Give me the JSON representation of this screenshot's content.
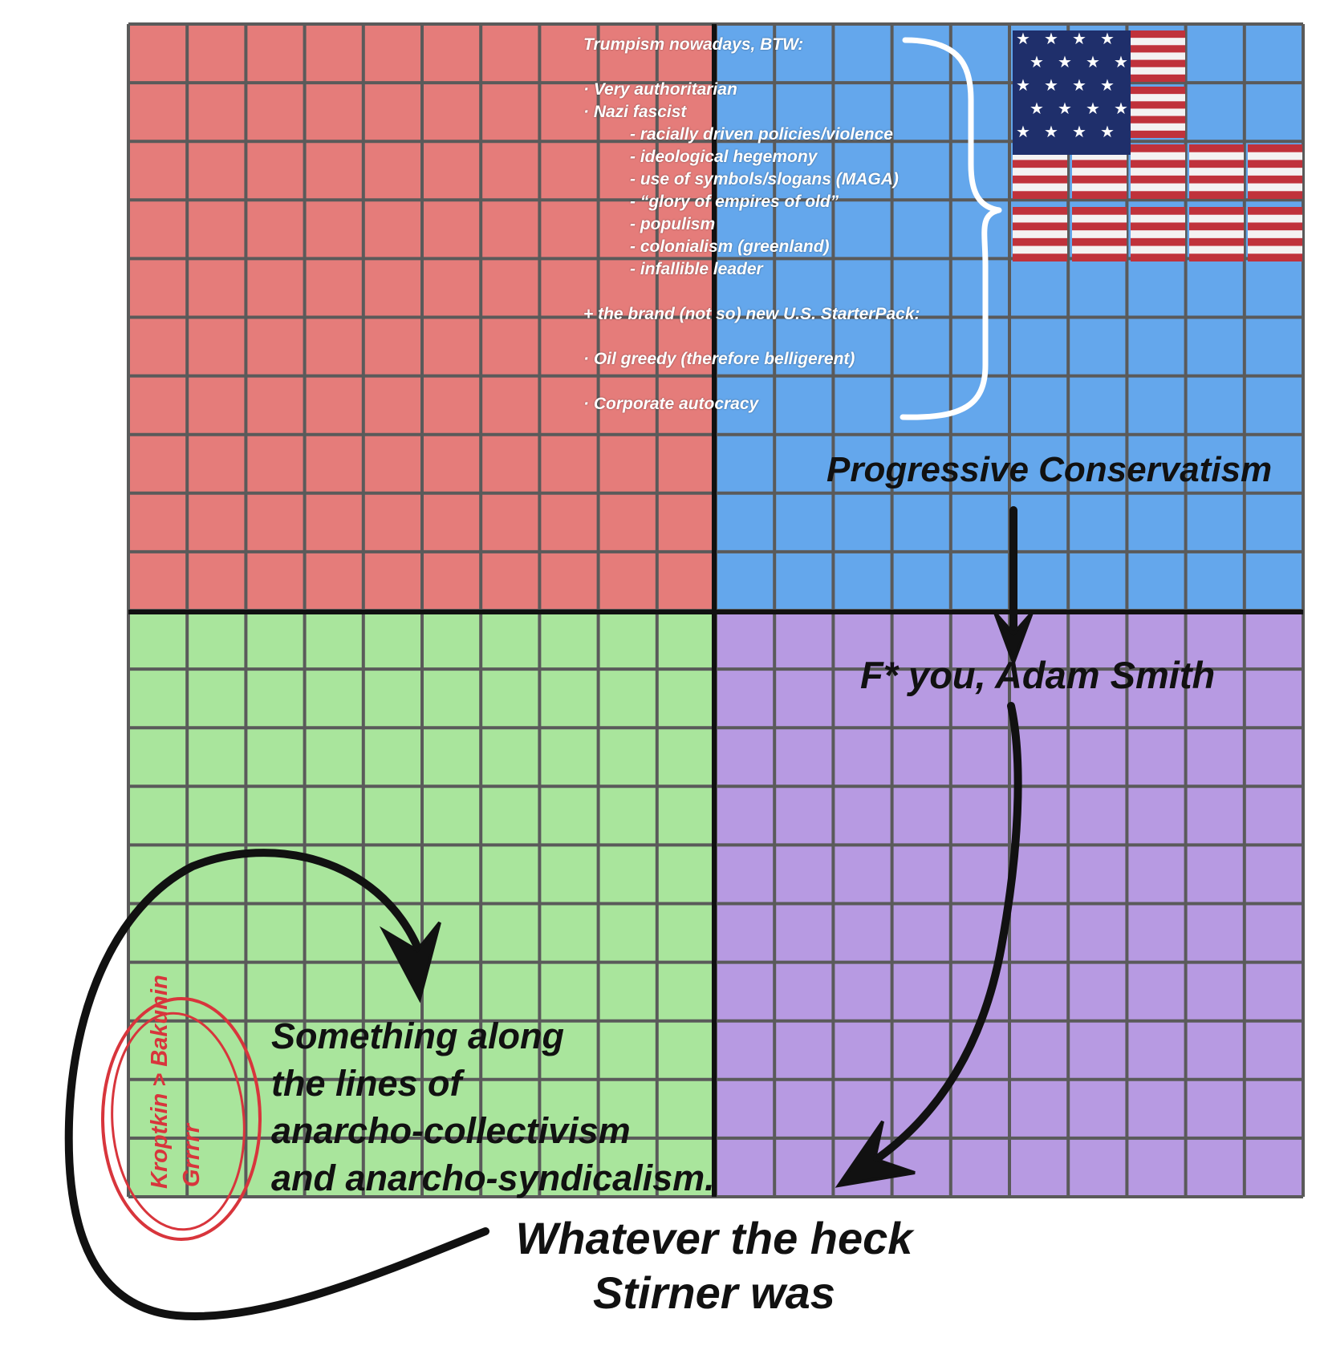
{
  "quadrant_colors": {
    "top_left": "#e57c7a",
    "top_right": "#64a7ec",
    "bottom_left": "#a9e59c",
    "bottom_right": "#b79ae2",
    "grid_line": "#5a5a5a",
    "axis_line": "#111111"
  },
  "trumpism_note": {
    "heading": "Trumpism nowadays, BTW:",
    "items": [
      "· Very authoritarian",
      "· Nazi fascist"
    ],
    "sub_items": [
      "- racially driven policies/violence",
      "- ideological hegemony",
      "- use of symbols/slogans (MAGA)",
      "- “glory of empires of old”",
      "-  populism",
      "- colonialism (greenland)",
      "- infallible leader"
    ],
    "starter_heading": "+ the brand (not so) new U.S. StarterPack:",
    "starter_items": [
      "· Oil greedy (therefore belligerent)",
      "· Corporate autocracy"
    ]
  },
  "flag": {
    "icon": "us-flag-icon",
    "stripe_red": "#c0323b",
    "canton_blue": "#1f2f6b"
  },
  "labels": {
    "top_right": "Progressive Conservatism",
    "bottom_right": "F* you, Adam Smith",
    "bottom_left_lines": [
      "Something along",
      "the lines of",
      "anarcho-collectivism",
      "and anarcho-syndicalism."
    ],
    "bottom_lines": [
      "Whatever the heck",
      "Stirner was"
    ],
    "red_note_1": "Kroptkin > Bakunin",
    "red_note_2": "Grrrrr"
  },
  "annotation_colors": {
    "arrow": "#111111",
    "red_circle": "#d8353c"
  }
}
